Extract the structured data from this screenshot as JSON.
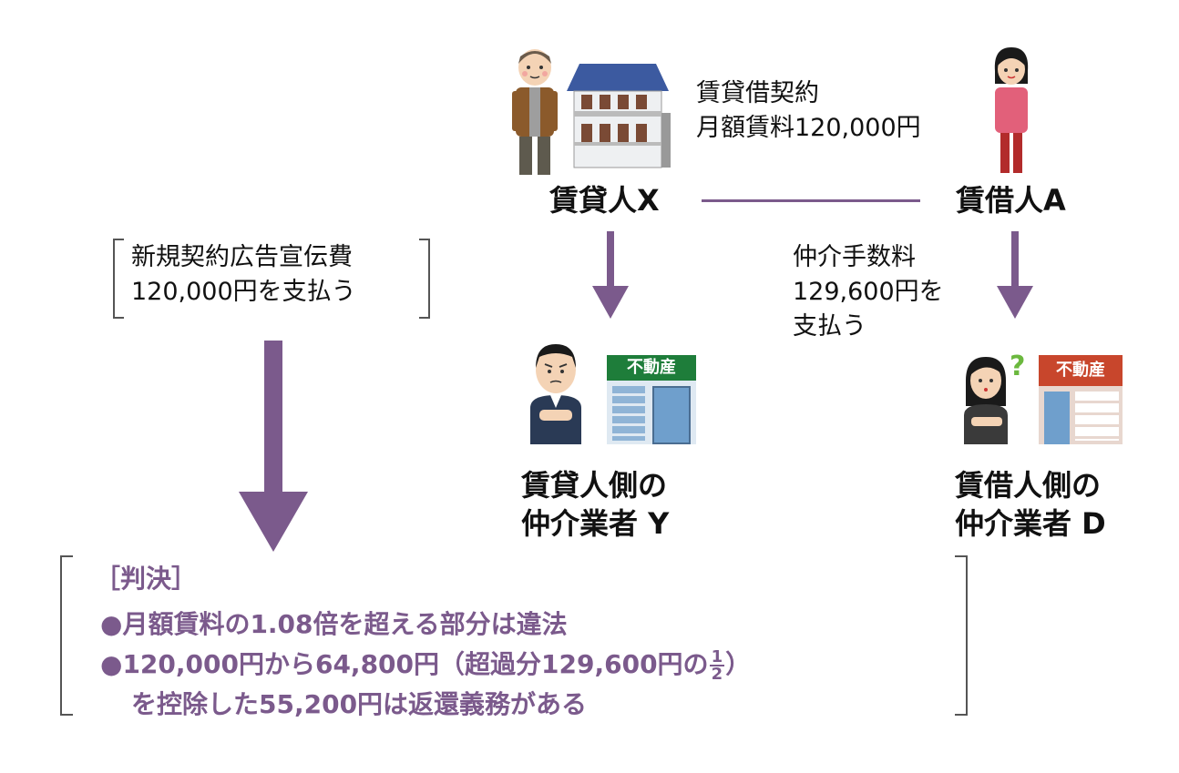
{
  "top": {
    "contract_line1": "賃貸借契約",
    "contract_line2": "月額賃料120,000円",
    "lessor": "賃貸人X",
    "lessee": "賃借人A"
  },
  "left_note": {
    "line1": "新規契約広告宣伝費",
    "line2": "120,000円を支払う"
  },
  "mid_note": {
    "line1": "仲介手数料",
    "line2": "129,600円を",
    "line3": "支払う"
  },
  "brokers": {
    "lessor_side_line1": "賃貸人側の",
    "lessor_side_line2": "仲介業者 Y",
    "lessee_side_line1": "賃借人側の",
    "lessee_side_line2": "仲介業者 D",
    "shop_sign": "不動産"
  },
  "judgment": {
    "title": "［判決］",
    "bullet": "●",
    "item1": "月額賃料の1.08倍を超える部分は違法",
    "item2_a": "120,000円から64,800円（超過分129,600円の",
    "frac_num": "1",
    "frac_den": "2",
    "item2_b": "）",
    "item2_c": "を控除した55,200円は返還義務がある"
  },
  "colors": {
    "arrow": "#7b5a8c",
    "text_accent": "#7b5a8c",
    "bracket": "#555555"
  },
  "icons": [
    "elderly-man-icon",
    "apartment-building-icon",
    "woman-icon",
    "worried-man-icon",
    "real-estate-shop-icon",
    "confused-woman-icon"
  ]
}
